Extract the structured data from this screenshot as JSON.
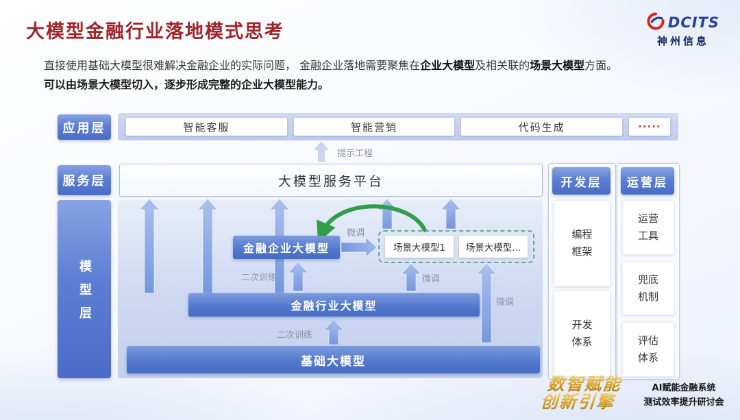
{
  "header": {
    "title": "大模型金融行业落地模式思考",
    "logo_brand": "DCITS",
    "logo_company": "神州信息"
  },
  "intro": {
    "l1_a": "直接使用基础大模型很难解决金融企业的实际问题， 金融企业落地需要聚焦在",
    "l1_b1": "企业大模型",
    "l1_c": "及相关联的",
    "l1_b2": "场景大模型",
    "l1_d": "方面。",
    "l2": "可以由场景大模型切入，逐步形成完整的企业大模型能力。"
  },
  "app_layer": {
    "label": "应用层",
    "items": [
      "智能客服",
      "智能营销",
      "代码生成"
    ],
    "more": "·····"
  },
  "service_layer": {
    "label": "服务层",
    "platform": "大模型服务平台"
  },
  "model_layer": {
    "label": "模型层",
    "enterprise": "金融企业大模型",
    "scenario1": "场景大模型1",
    "scenario2": "场景大模型...",
    "industry": "金融行业大模型",
    "base": "基础大模型"
  },
  "dev_layer": {
    "label": "开发层",
    "items": [
      "编程框架",
      "开发体系"
    ]
  },
  "ops_layer": {
    "label": "运营层",
    "items": [
      "运营工具",
      "兜底机制",
      "评估体系"
    ]
  },
  "annotations": {
    "prompt_engineering": "提示工程",
    "finetune": "微调",
    "retrain": "二次训练"
  },
  "footer": {
    "slogan_line1": "数智赋能",
    "slogan_line2": "创新引擎",
    "event_line1": "AI赋能金融系统",
    "event_line2": "测试效率提升研讨会"
  },
  "colors": {
    "title_red": "#a2242a",
    "layer_blue": "#5c7ed3",
    "panel_blue": "#ccd8f0",
    "arrow_green": "#2f9e49",
    "gold": "#d8a01c"
  }
}
